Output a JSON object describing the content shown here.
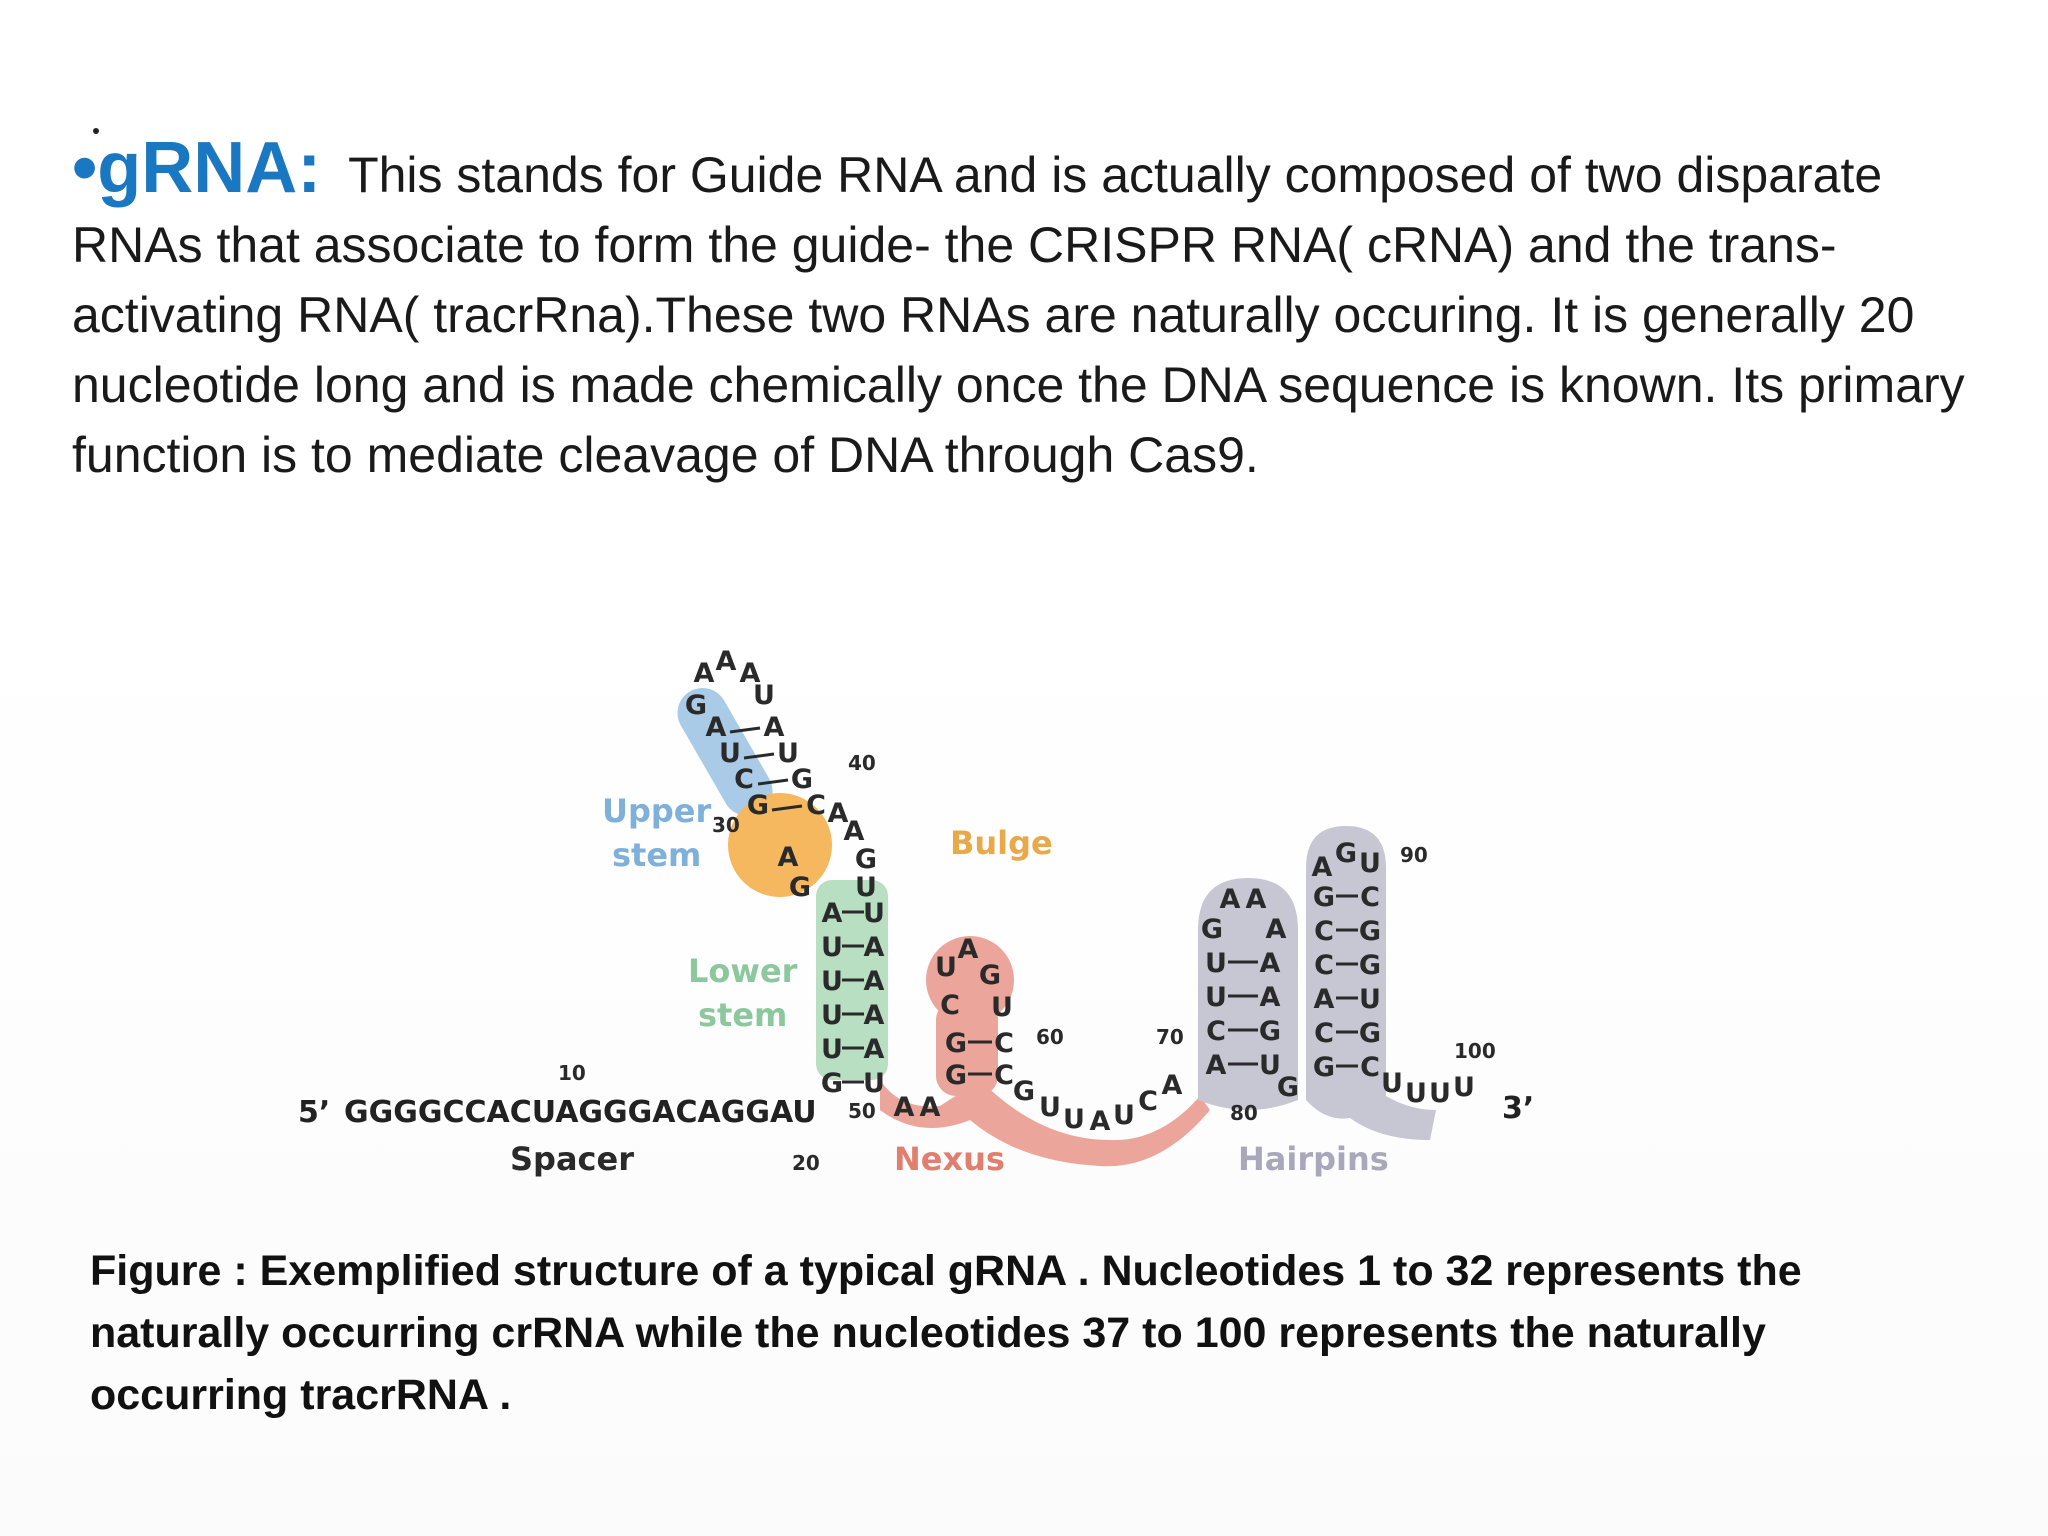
{
  "intro": {
    "bullet_symbol": "•",
    "term": "gRNA:",
    "text": "This stands for Guide RNA and is actually composed of two disparate RNAs that  associate to form the guide- the CRISPR RNA( cRNA) and the trans-activating RNA( tracrRna).These two RNAs are naturally occuring. It is generally 20 nucleotide long and is made chemically once the DNA sequence is known. Its primary function is to mediate cleavage of DNA through Cas9."
  },
  "diagram": {
    "five_prime": "5’",
    "three_prime": "3’",
    "spacer_sequence": "GGGGCCACUAGGGACAGGAU",
    "regions": {
      "upper_stem": [
        "Upper",
        "stem"
      ],
      "bulge": "Bulge",
      "lower_stem": [
        "Lower",
        "stem"
      ],
      "spacer": "Spacer",
      "nexus": "Nexus",
      "hairpins": "Hairpins"
    },
    "region_colors": {
      "upper_stem": "#a9cbe8",
      "bulge": "#f5b85e",
      "lower_stem": "#b9dfc3",
      "nexus": "#eca59a",
      "hairpins": "#c7c6d3"
    },
    "numbers": {
      "n10": "10",
      "n20": "20",
      "n30": "30",
      "n40": "40",
      "n50": "50",
      "n60": "60",
      "n70": "70",
      "n80": "80",
      "n90": "90",
      "n100": "100"
    },
    "nucleotides": {
      "loop_top": [
        "A",
        "A",
        "A",
        "G",
        "U"
      ],
      "upper_left": [
        "A",
        "U",
        "C",
        "G"
      ],
      "upper_right": [
        "A",
        "U",
        "G",
        "C"
      ],
      "bulge_left": [
        "A",
        "G"
      ],
      "bulge_right": [
        "A",
        "A",
        "G",
        "U"
      ],
      "lower_left": [
        "A",
        "U",
        "U",
        "U",
        "U",
        "G"
      ],
      "lower_right": [
        "U",
        "A",
        "A",
        "A",
        "A",
        "U"
      ],
      "nexus_link": [
        "A",
        "A"
      ],
      "nexus_loop": [
        "U",
        "A",
        "G",
        "C",
        "U"
      ],
      "nexus_left": [
        "G",
        "G"
      ],
      "nexus_right": [
        "C",
        "C"
      ],
      "linker1": [
        "G",
        "U",
        "U",
        "A",
        "U",
        "C",
        "A"
      ],
      "hp1_loop": [
        "A",
        "A",
        "G",
        "A"
      ],
      "hp1_left": [
        "U",
        "U",
        "C",
        "A"
      ],
      "hp1_right": [
        "A",
        "A",
        "G",
        "U"
      ],
      "linker2": [
        "G"
      ],
      "hp2_loop": [
        "A",
        "G",
        "U"
      ],
      "hp2_left": [
        "G",
        "C",
        "C",
        "A",
        "C",
        "G"
      ],
      "hp2_right": [
        "C",
        "G",
        "G",
        "U",
        "G",
        "C"
      ],
      "tail": [
        "U",
        "U",
        "U",
        "U"
      ]
    }
  },
  "caption": {
    "text": "Figure :  Exemplified structure of a typical gRNA . Nucleotides 1 to 32 represents the naturally occurring  crRNA while the nucleotides 37 to 100 represents the naturally occurring  tracrRNA  ."
  }
}
